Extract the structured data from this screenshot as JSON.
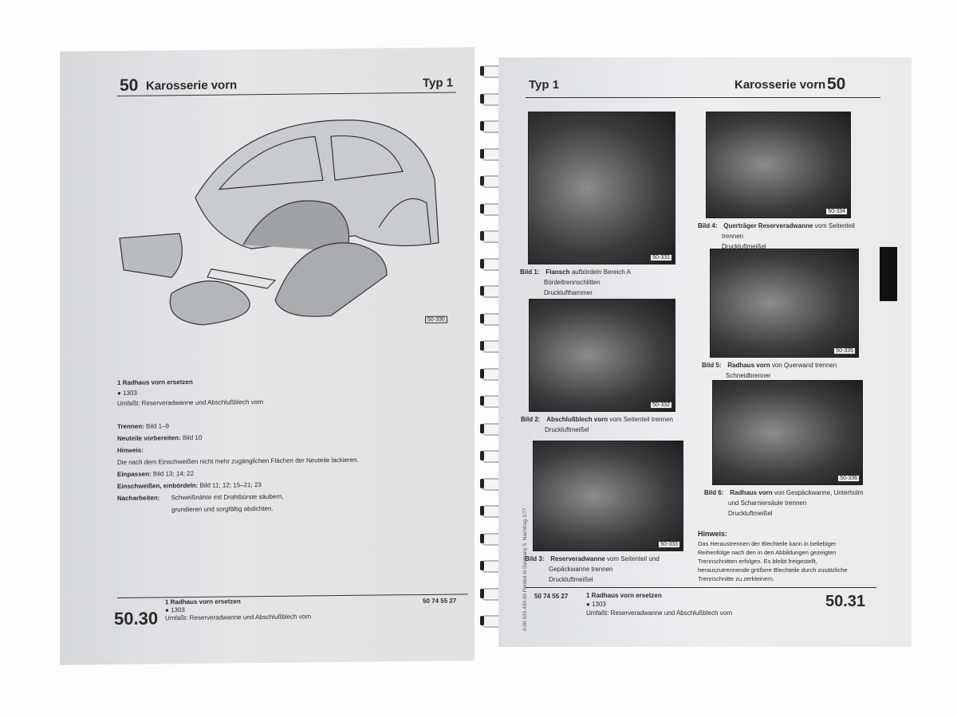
{
  "left": {
    "header": {
      "num": "50",
      "title": "Karosserie vorn",
      "type": "Typ 1"
    },
    "figure_label": "50-330",
    "section": {
      "title": "1 Radhaus vorn ersetzen",
      "model": "1303",
      "umfasst": "Umfaßt: Reserveradwanne und Abschlußblech vorn"
    },
    "steps": [
      {
        "k": "Trennen:",
        "v": "Bild 1–9"
      },
      {
        "k": "Neuteile vorbereiten:",
        "v": "Bild 10"
      },
      {
        "k": "Hinweis:",
        "v": ""
      },
      {
        "k": "",
        "v": "Die nach dem Einschweißen nicht mehr zugänglichen Flächen der Neuteile lackieren."
      },
      {
        "k": "Einpassen:",
        "v": "Bild 13; 14; 22"
      },
      {
        "k": "Einschweißen, einbördeln:",
        "v": "Bild 11; 12; 15–21; 23"
      },
      {
        "k": "Nacharbeiten:",
        "v": "Schweißnähte mit Drahtbürste säubern,"
      },
      {
        "k": "",
        "v": "grundieren und sorgfältig abdichten."
      }
    ],
    "footer": {
      "page": "50.30",
      "title": "1 Radhaus vorn ersetzen",
      "model": "● 1303",
      "umfasst": "Umfaßt: Reserveradwanne und Abschlußblech vorn",
      "code": "50 74 55 27"
    }
  },
  "right": {
    "header": {
      "type": "Typ 1",
      "title": "Karosserie vorn",
      "num": "50"
    },
    "photos": [
      {
        "label": "50-331",
        "bild": "Bild 1:",
        "bold": "Flansch",
        "rest": "aufbördeln Bereich A",
        "l2": "Bördeltrennschlitten",
        "l3": "Drucklufthammer"
      },
      {
        "label": "50-332",
        "bild": "Bild 2:",
        "bold": "Abschlußblech vorn",
        "rest": "vom Seitenteil trennen",
        "l2": "Druckluftmeißel",
        "l3": ""
      },
      {
        "label": "50-333",
        "bild": "Bild 3:",
        "bold": "Reserveradwanne",
        "rest": "vom Seitenteil und",
        "l2": "Gepäckwanne trennen",
        "l3": "Druckluftmeißel"
      },
      {
        "label": "50-334",
        "bild": "Bild 4:",
        "bold": "Querträger Reserveradwanne",
        "rest": "vom Seitenteil",
        "l2": "trennen",
        "l3": "Druckluftmeißel"
      },
      {
        "label": "50-335",
        "bild": "Bild 5:",
        "bold": "Radhaus vorn",
        "rest": "von Querwand trennen",
        "l2": "Schneidbrenner",
        "l3": ""
      },
      {
        "label": "50-336",
        "bild": "Bild 6:",
        "bold": "Radhaus vorn",
        "rest": "von Gespäckwanne, Unterholm",
        "l2": "und Scharniersäule trennen",
        "l3": "Druckluftmeißel"
      }
    ],
    "hinweis": {
      "title": "Hinweis:",
      "text": "Das Heraustrennen der Blechteile kann in beliebiger Reihenfolge nach den in den Abbildungen gezeigten Trennschnitten erfolgen. Es bleibt freigestellt, herauszutrennende größere Blechteile durch zusätzliche Trennschnitte zu zerkleinern."
    },
    "margin_print": "0.00.533.400.00   Printed in Germany   5. Nachtrag 1/77",
    "footer": {
      "code": "50 74 55 27",
      "title": "1 Radhaus vorn ersetzen",
      "model": "● 1303",
      "umfasst": "Umfaßt: Reserveradwanne und Abschlußblech vorn",
      "page": "50.31"
    }
  }
}
